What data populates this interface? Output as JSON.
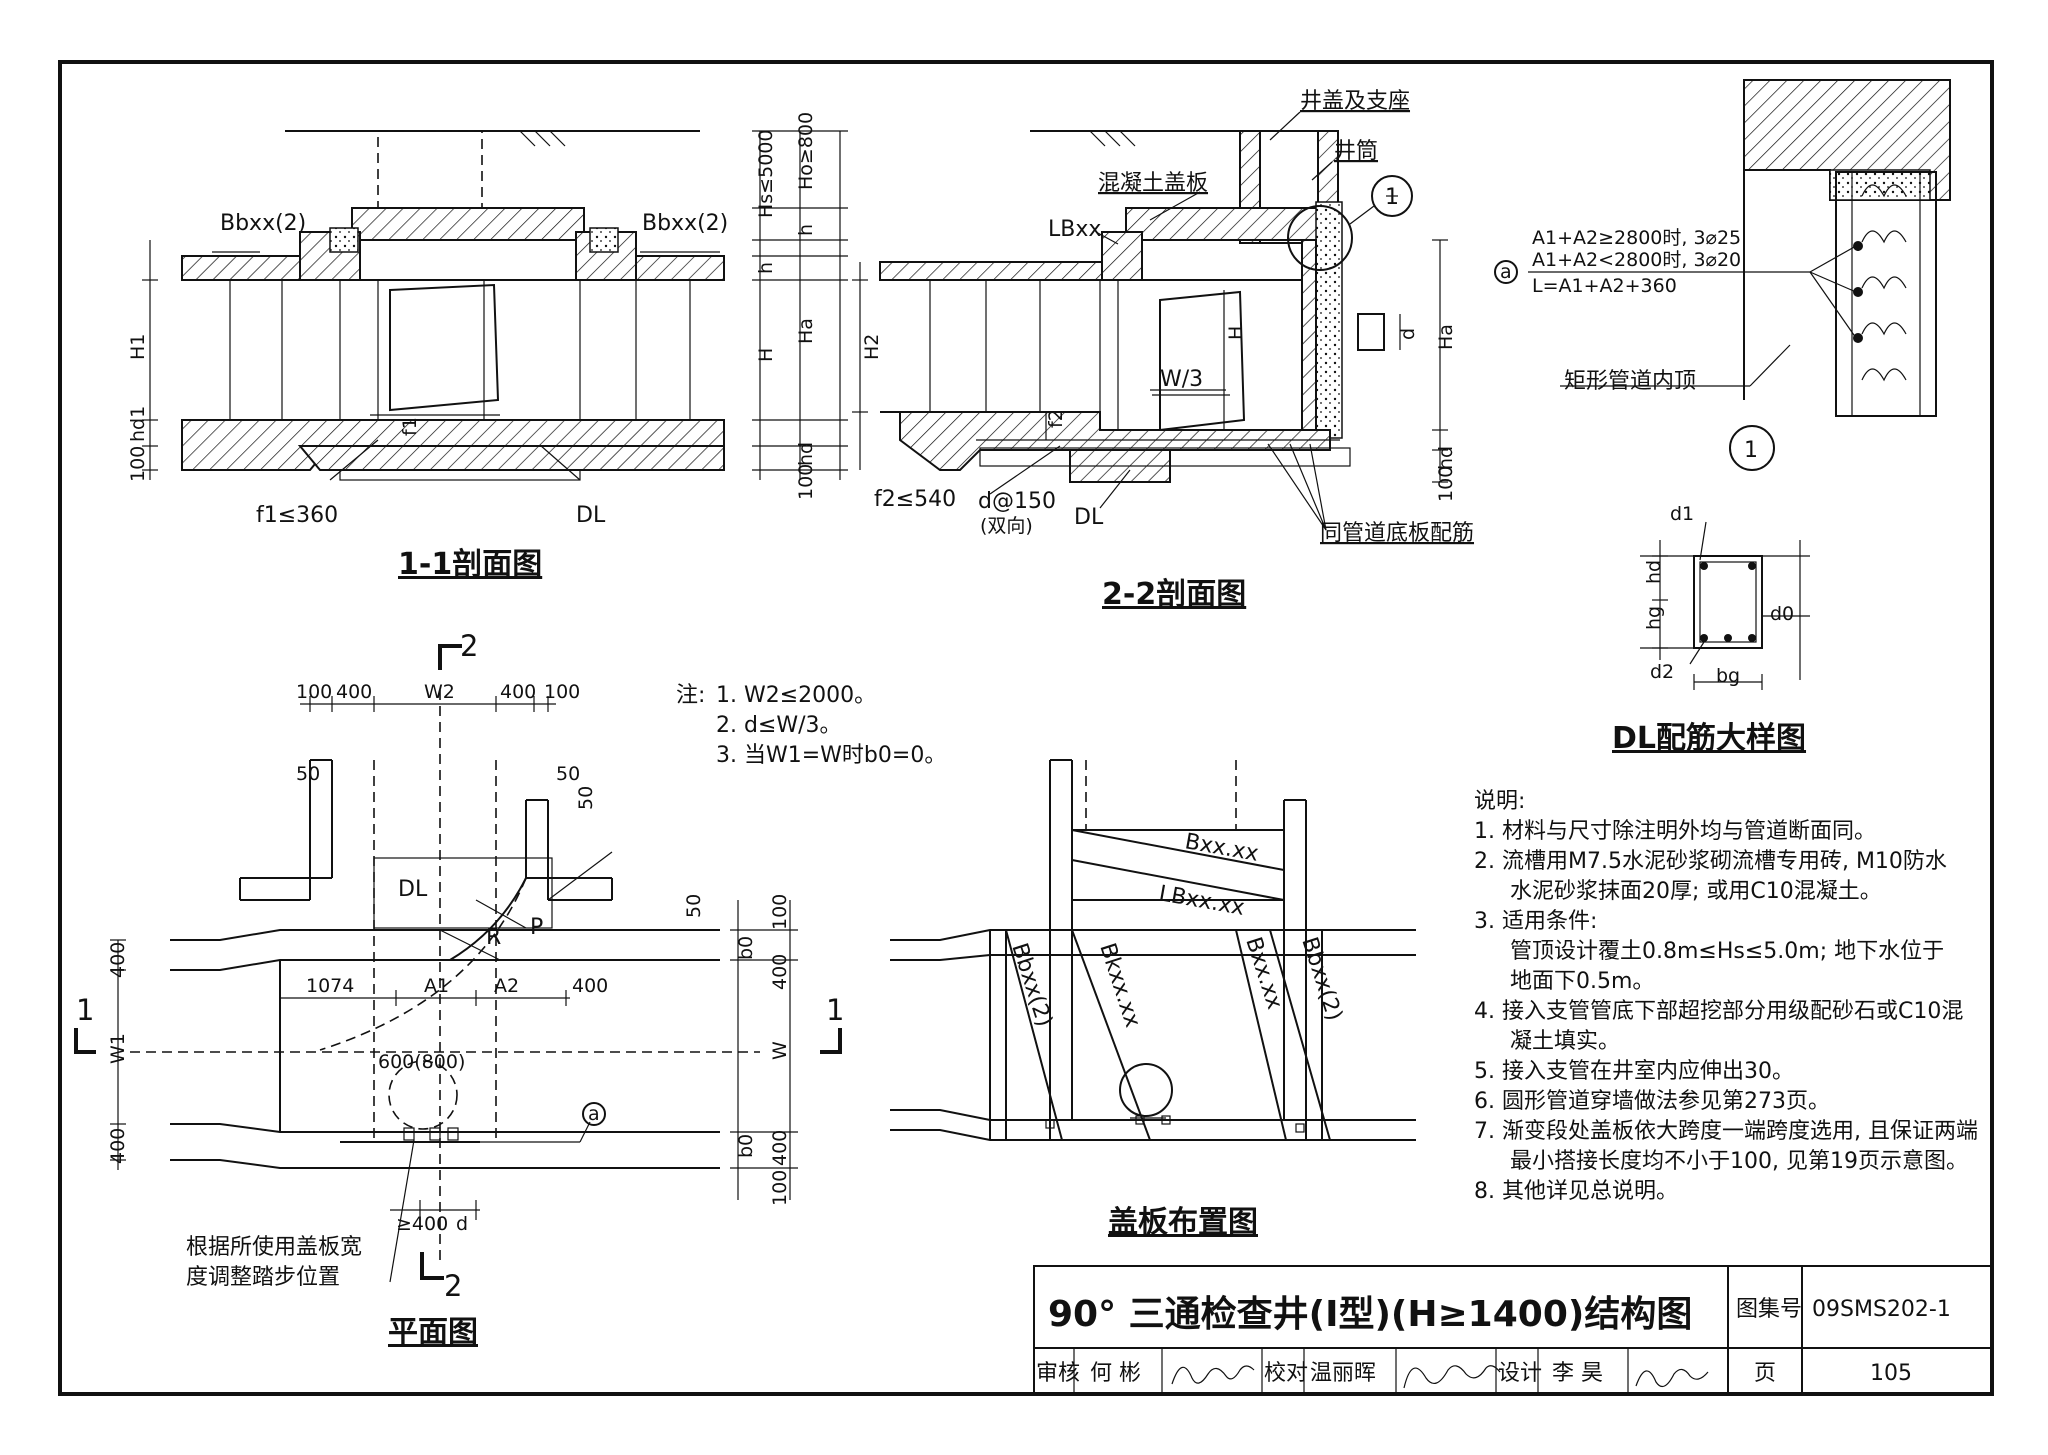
{
  "section11": {
    "title": "1-1剖面图",
    "bbxx_left": "Bbxx(2)",
    "bbxx_right": "Bbxx(2)",
    "hs": "Hs≤5000",
    "ho": "Ho≥800",
    "h_small": "h",
    "h_small2": "h",
    "h_big": "H",
    "ha": "Ha",
    "hd": "hd",
    "h1": "H1",
    "hd1": "hd1",
    "f1label": "f1",
    "f1": "f1≤360",
    "dl": "DL",
    "d100": "100",
    "d100b": "100"
  },
  "section22": {
    "title": "2-2剖面图",
    "cover": "井盖及支座",
    "shaft": "井筒",
    "slab": "混凝土盖板",
    "lbxx": "LBxx",
    "h2": "H2",
    "h": "H",
    "ha": "Ha",
    "hd": "hd",
    "d": "d",
    "w3": "W/3",
    "f2label": "f2",
    "f2": "f2≤540",
    "rebar": "d@150",
    "rebar2": "(双向)",
    "dl": "DL",
    "same": "同管道底板配筋",
    "detail_no": "1",
    "d100": "100"
  },
  "detail1": {
    "line1": "A1+A2≥2800时, 3⌀25",
    "line2": "A1+A2<2800时, 3⌀20",
    "line3": "L=A1+A2+360",
    "marker": "a",
    "top": "矩形管道内顶",
    "no": "1"
  },
  "dl_detail": {
    "title": "DL配筋大样图",
    "d1": "d1",
    "hd": "hd",
    "hg": "hg",
    "d0": "d0",
    "d2": "d2",
    "bg": "bg"
  },
  "notes_top": {
    "head": "注:",
    "n1": "1. W2≤2000。",
    "n2": "2. d≤W/3。",
    "n3": "3. 当W1=W时b0=0。"
  },
  "plan": {
    "title": "平面图",
    "sec2": "2",
    "sec2b": "2",
    "sec1": "1",
    "sec1b": "1",
    "d100a": "100",
    "d400a": "400",
    "w2": "W2",
    "d400b": "400",
    "d100b": "100",
    "d50a": "50",
    "d50b": "50",
    "d50c": "50",
    "d50d": "50",
    "dl": "DL",
    "r": "R",
    "p": "P",
    "d400c": "400",
    "d400d": "400",
    "w1": "W1",
    "w": "W",
    "dim1074": "1074",
    "a1": "A1",
    "a2": "A2",
    "d400e": "400",
    "b0a": "b0",
    "b0b": "b0",
    "d100c": "100",
    "d400f": "400",
    "d400g": "400",
    "d100d": "100",
    "manhole": "600(800)",
    "marker": "a",
    "ge400": "≥400",
    "d": "d",
    "note1": "根据所使用盖板宽",
    "note2": "度调整踏步位置"
  },
  "layout_plan": {
    "title": "盖板布置图",
    "b1": "Bxx.xx",
    "b2": "LBxx.xx",
    "b3": "Bbxx(2)",
    "b4": "Bkxx.xx",
    "b5": "Bxx.xx",
    "b6": "Bbxx(2)"
  },
  "explain": {
    "head": "说明:",
    "lines": [
      "1. 材料与尺寸除注明外均与管道断面同。",
      "2. 流槽用M7.5水泥砂浆砌流槽专用砖, M10防水",
      "水泥砂浆抹面20厚; 或用C10混凝土。",
      "3. 适用条件:",
      "管顶设计覆土0.8m≤Hs≤5.0m; 地下水位于",
      "地面下0.5m。",
      "4. 接入支管管底下部超挖部分用级配砂石或C10混",
      "凝土填实。",
      "5. 接入支管在井室内应伸出30。",
      "6. 圆形管道穿墙做法参见第273页。",
      "7. 渐变段处盖板依大跨度一端跨度选用, 且保证两端",
      "最小搭接长度均不小于100, 见第19页示意图。",
      "8. 其他详见总说明。"
    ]
  },
  "titleblock": {
    "title": "90° 三通检查井(I型)(H≥1400)结构图",
    "atlas_label": "图集号",
    "atlas": "09SMS202-1",
    "review": "审核",
    "reviewer": "何 彬",
    "check": "校对",
    "checker": "温丽晖",
    "design": "设计",
    "designer": "李 昊",
    "page_label": "页",
    "page": "105"
  }
}
